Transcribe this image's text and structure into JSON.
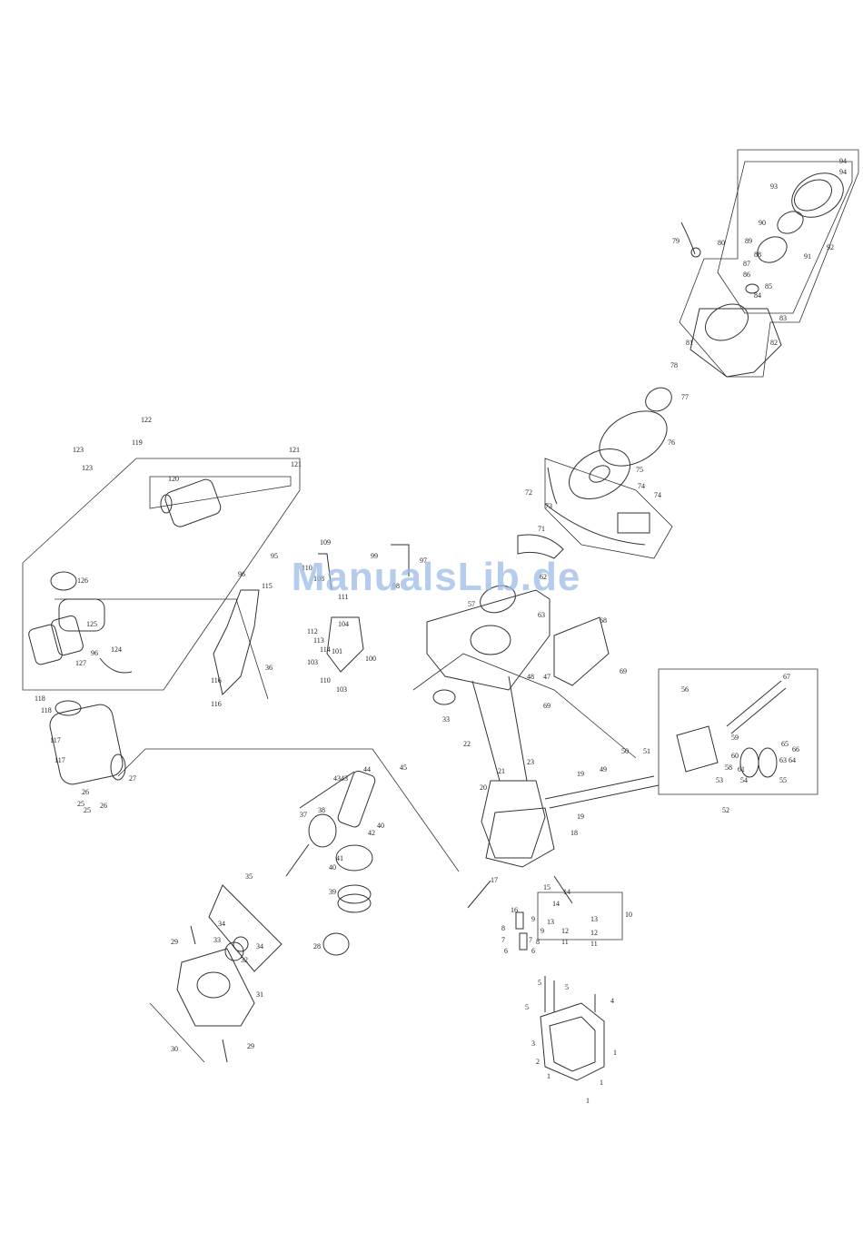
{
  "watermark": "ManualsLib.de",
  "part_numbers": {
    "recoil_starter": [
      "94",
      "94",
      "93",
      "90",
      "89",
      "91",
      "92",
      "88",
      "87",
      "86",
      "85",
      "84",
      "83",
      "82",
      "81",
      "80",
      "79"
    ],
    "flywheel_group": [
      "78",
      "77",
      "76",
      "75",
      "74",
      "74",
      "73",
      "72",
      "71"
    ],
    "muffler_group": [
      "123",
      "123",
      "122",
      "121",
      "121",
      "120",
      "119",
      "126",
      "125",
      "127",
      "124",
      "96"
    ],
    "exhaust_group": [
      "118",
      "118",
      "117",
      "117",
      "26",
      "25",
      "25",
      "27",
      "26"
    ],
    "air_cleaner_group": [
      "95",
      "96",
      "115",
      "116",
      "116",
      "36"
    ],
    "governor_group": [
      "109",
      "110",
      "108",
      "111",
      "112",
      "113",
      "114",
      "103",
      "104",
      "110",
      "101",
      "100",
      "103",
      "99",
      "97",
      "98"
    ],
    "cylinder_group": [
      "33",
      "57",
      "62",
      "63",
      "68",
      "69",
      "48",
      "47",
      "69",
      "45",
      "43",
      "22",
      "21",
      "23",
      "20",
      "19",
      "19",
      "18",
      "17",
      "16",
      "49",
      "50",
      "51"
    ],
    "carburetor_group": [
      "67",
      "56",
      "53",
      "54",
      "55",
      "60",
      "61",
      "65",
      "66",
      "63",
      "64",
      "58",
      "59",
      "52"
    ],
    "crankshaft_group": [
      "43",
      "44",
      "37",
      "38",
      "42",
      "40",
      "41",
      "40",
      "39",
      "35",
      "34",
      "33",
      "32",
      "34",
      "28"
    ],
    "crankcase_cover_group": [
      "29",
      "31",
      "30",
      "29"
    ],
    "valve_group": [
      "15",
      "14",
      "14",
      "10",
      "13",
      "13",
      "12",
      "12",
      "11",
      "11",
      "9",
      "9",
      "8",
      "8",
      "7",
      "7",
      "6",
      "6"
    ],
    "head_cover_group": [
      "5",
      "5",
      "5",
      "4",
      "3",
      "2",
      "1",
      "1",
      "1",
      "1"
    ]
  }
}
